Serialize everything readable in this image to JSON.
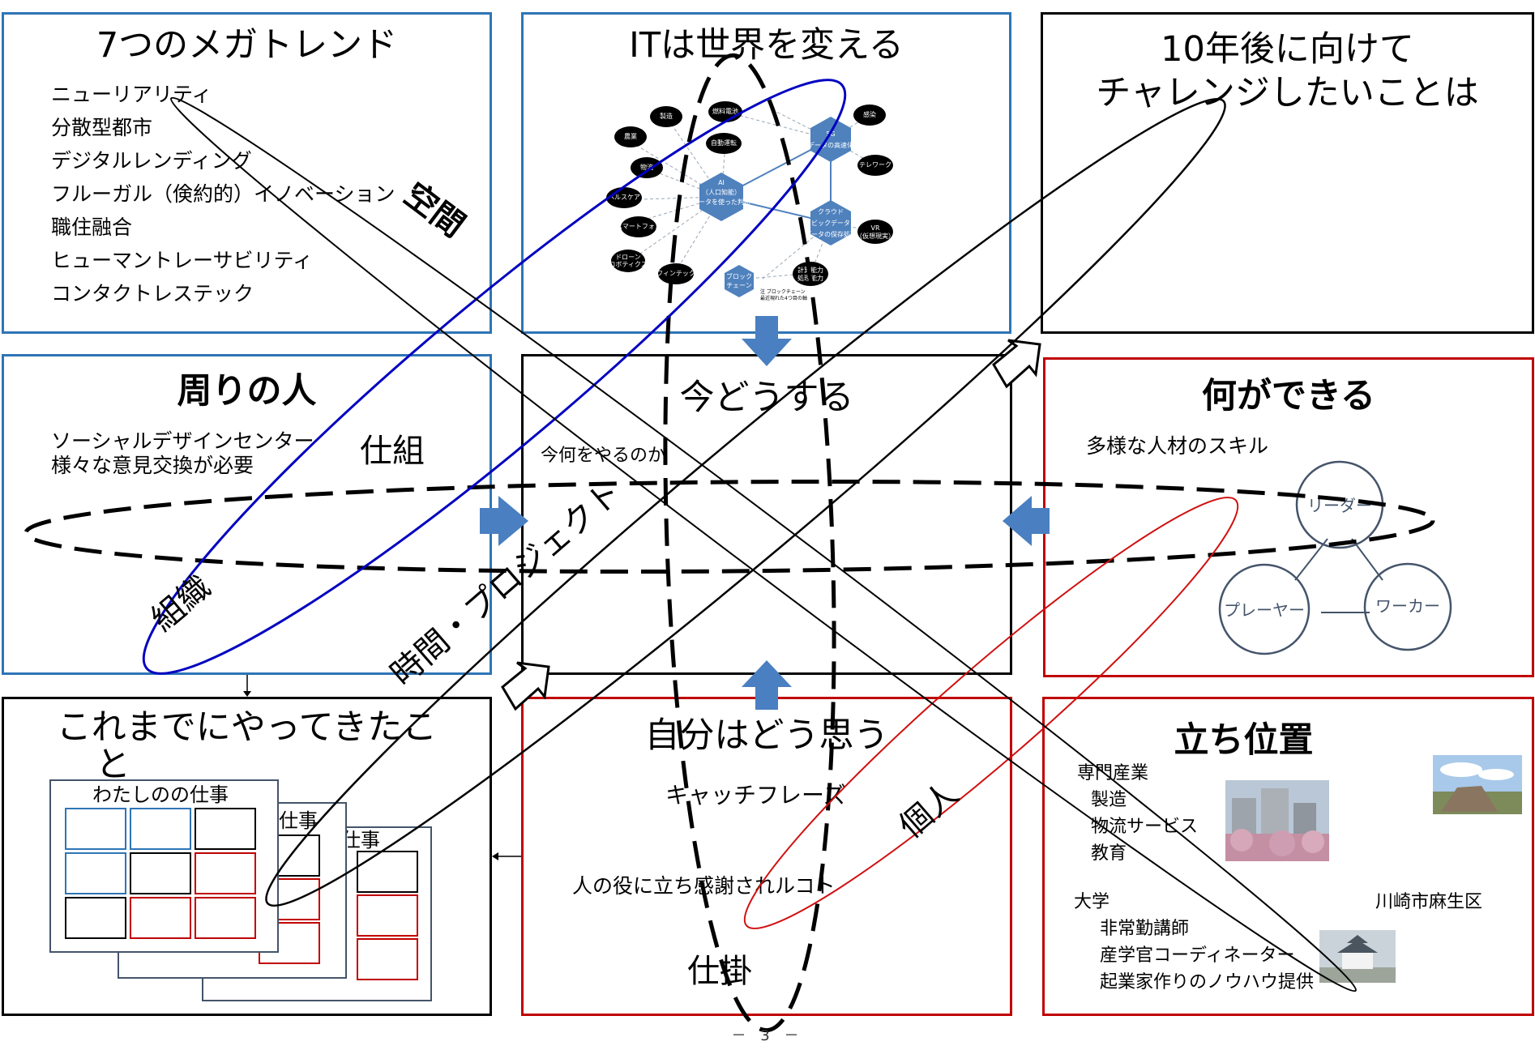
{
  "panels": {
    "megatrends": {
      "title": "7つのメガトレンド",
      "items": [
        "ニューリアリティ",
        "分散型都市",
        "デジタルレンディング",
        "フルーガル（倹約的）イノベーション",
        "職住融合",
        "ヒューマントレーサビリティ",
        "コンタクトレステック"
      ]
    },
    "it_world": {
      "title": "ITは世界を変える",
      "nodes": {
        "ai": [
          "AI",
          "（人口知能）",
          "データを使った判断"
        ],
        "g5": [
          "5G",
          "データの高速化"
        ],
        "cloud": [
          "クラウド",
          "ビックデータ",
          "データの保存処理"
        ],
        "blockchain": [
          "ブロック",
          "チェーン"
        ],
        "blockchain_note": [
          "注 ブロックチェーン",
          "最近現れた4つ目の軸"
        ],
        "small": [
          "製造",
          "燃料電池",
          "農業",
          "自動運転",
          "物流",
          "感染",
          "テレワーク",
          "ヘルスケア",
          "スマートフォン",
          "VR",
          "（仮想現実）",
          "ドローン",
          "ロボティクス",
          "フィンテック",
          "計算能力",
          "処理能力"
        ]
      }
    },
    "future": {
      "title_line1": "10年後に向けて",
      "title_line2": "チャレンジしたいことは"
    },
    "people": {
      "title": "周りの人",
      "lines": [
        "ソーシャルデザインセンター",
        "様々な意見交換が必要"
      ]
    },
    "now": {
      "title": "今どうする",
      "sub": "今何をやるのか"
    },
    "can_do": {
      "title": "何ができる",
      "sub": "多様な人材のスキル",
      "roles": {
        "leader": "リーダー",
        "player": "プレーヤー",
        "worker": "ワーカー"
      }
    },
    "past": {
      "title_line1": "これまでにやってきたこ",
      "title_line2": "と",
      "card1": "わたしのの仕事",
      "card2": "仕事",
      "card3": "の仕事"
    },
    "self": {
      "title": "自分はどう思う",
      "catch": "キャッチフレーズ",
      "thanks": "人の役に立ち感謝されルコト"
    },
    "position": {
      "title": "立ち位置",
      "industry_head": "専門産業",
      "industry_items": [
        "製造",
        "物流サービス",
        "教育"
      ],
      "univ_head": "大学",
      "univ_items": [
        "非常勤講師",
        "産学官コーディネーター",
        "起業家作りのノウハウ提供"
      ],
      "place": "川崎市麻生区"
    }
  },
  "overlay_labels": {
    "space": "空間",
    "mechanism": "仕組",
    "organization": "組織",
    "time_project": "時間・プロジェクト",
    "individual": "個人",
    "device": "仕掛"
  },
  "page_number": "－ 3 －",
  "colors": {
    "panel_blue": "#2e75b6",
    "panel_red": "#c00000",
    "arrow_blue": "#4a7fc1",
    "ellipse_blue": "#0000c0",
    "ellipse_red": "#d01010",
    "node_hex": "#4f81bd",
    "node_dark": "#000000",
    "role_circle": "#44546a"
  },
  "icons": [
    "down-arrow-icon",
    "right-arrow-icon",
    "left-arrow-icon",
    "up-arrow-icon",
    "outline-arrow-icon"
  ]
}
